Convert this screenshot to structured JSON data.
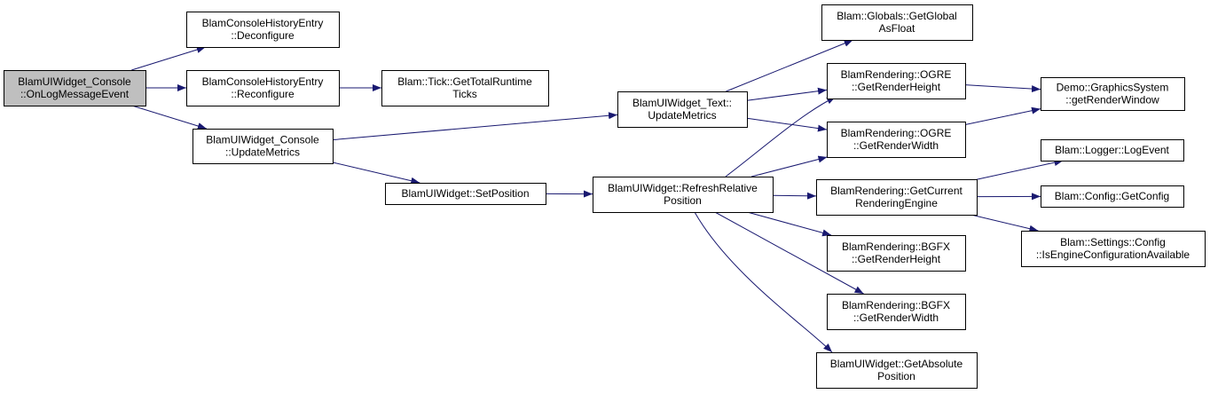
{
  "colors": {
    "edge": "#191970",
    "root_fill": "#bfbfbf",
    "node_fill": "#ffffff",
    "border": "#000000"
  },
  "nodes": [
    {
      "id": "n0",
      "lines": [
        "BlamUIWidget_Console",
        "::OnLogMessageEvent"
      ],
      "root": true
    },
    {
      "id": "n1",
      "lines": [
        "BlamConsoleHistoryEntry",
        "::Deconfigure"
      ]
    },
    {
      "id": "n2",
      "lines": [
        "BlamConsoleHistoryEntry",
        "::Reconfigure"
      ]
    },
    {
      "id": "n3",
      "lines": [
        "BlamUIWidget_Console",
        "::UpdateMetrics"
      ]
    },
    {
      "id": "n4",
      "lines": [
        "Blam::Tick::GetTotalRuntime",
        "Ticks"
      ]
    },
    {
      "id": "n5",
      "lines": [
        "BlamUIWidget::SetPosition"
      ]
    },
    {
      "id": "n6",
      "lines": [
        "BlamUIWidget_Text::",
        "UpdateMetrics"
      ]
    },
    {
      "id": "n7",
      "lines": [
        "BlamUIWidget::RefreshRelative",
        "Position"
      ]
    },
    {
      "id": "n8",
      "lines": [
        "Blam::Globals::GetGlobal",
        "AsFloat"
      ]
    },
    {
      "id": "n9",
      "lines": [
        "BlamRendering::OGRE",
        "::GetRenderHeight"
      ]
    },
    {
      "id": "n10",
      "lines": [
        "BlamRendering::OGRE",
        "::GetRenderWidth"
      ]
    },
    {
      "id": "n11",
      "lines": [
        "BlamRendering::GetCurrent",
        "RenderingEngine"
      ]
    },
    {
      "id": "n12",
      "lines": [
        "BlamRendering::BGFX",
        "::GetRenderHeight"
      ]
    },
    {
      "id": "n13",
      "lines": [
        "BlamRendering::BGFX",
        "::GetRenderWidth"
      ]
    },
    {
      "id": "n14",
      "lines": [
        "BlamUIWidget::GetAbsolute",
        "Position"
      ]
    },
    {
      "id": "n15",
      "lines": [
        "Demo::GraphicsSystem",
        "::getRenderWindow"
      ]
    },
    {
      "id": "n16",
      "lines": [
        "Blam::Logger::LogEvent"
      ]
    },
    {
      "id": "n17",
      "lines": [
        "Blam::Config::GetConfig"
      ]
    },
    {
      "id": "n18",
      "lines": [
        "Blam::Settings::Config",
        "::IsEngineConfigurationAvailable"
      ]
    }
  ],
  "edges": [
    [
      "n0",
      "n1"
    ],
    [
      "n0",
      "n2"
    ],
    [
      "n0",
      "n3"
    ],
    [
      "n2",
      "n4"
    ],
    [
      "n3",
      "n6"
    ],
    [
      "n3",
      "n5"
    ],
    [
      "n5",
      "n7"
    ],
    [
      "n6",
      "n8"
    ],
    [
      "n6",
      "n9"
    ],
    [
      "n6",
      "n10"
    ],
    [
      "n7",
      "n9"
    ],
    [
      "n7",
      "n10"
    ],
    [
      "n7",
      "n11"
    ],
    [
      "n7",
      "n12"
    ],
    [
      "n7",
      "n13"
    ],
    [
      "n7",
      "n14"
    ],
    [
      "n9",
      "n15"
    ],
    [
      "n10",
      "n15"
    ],
    [
      "n11",
      "n16"
    ],
    [
      "n11",
      "n17"
    ],
    [
      "n11",
      "n18"
    ]
  ]
}
